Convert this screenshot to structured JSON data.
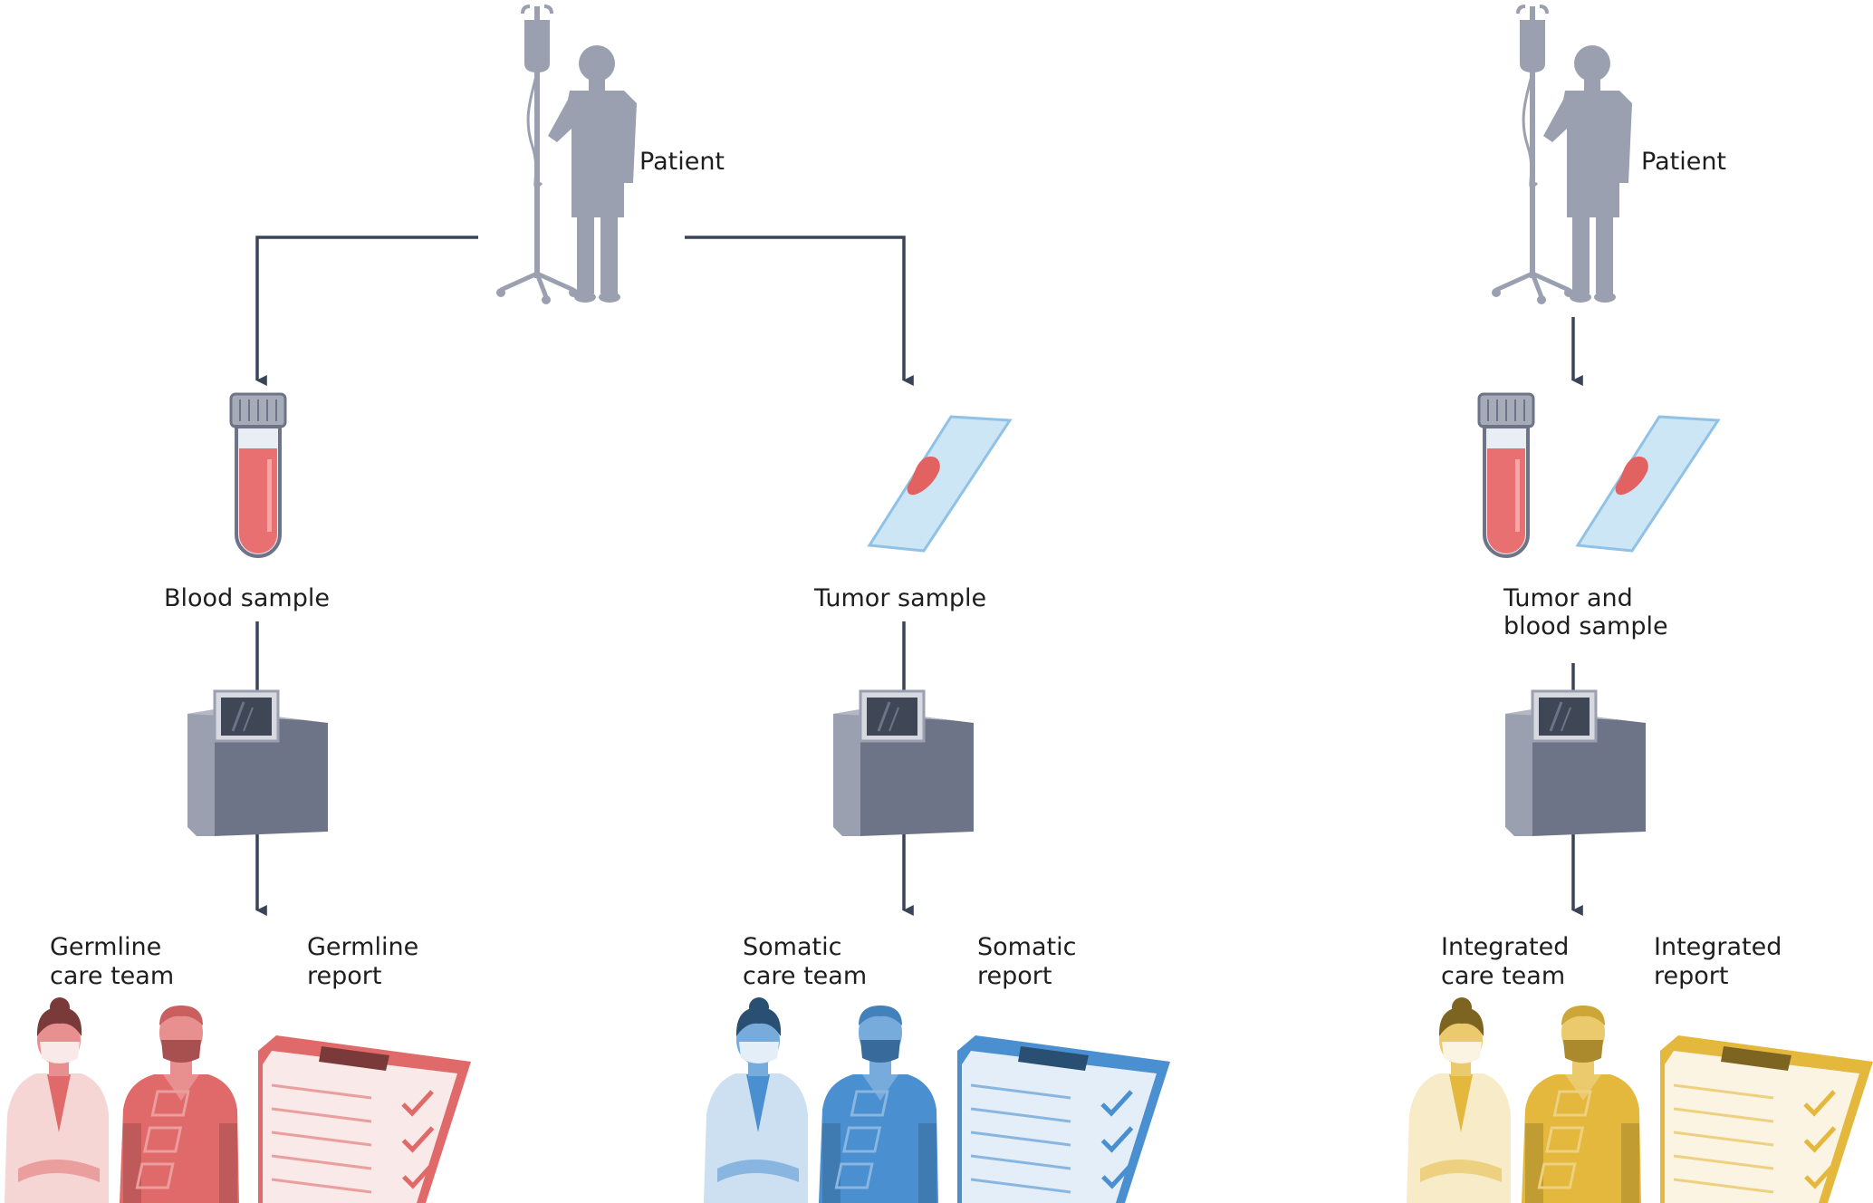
{
  "labels": {
    "patient_left": "Patient",
    "patient_right": "Patient",
    "blood_sample": "Blood sample",
    "tumor_sample": "Tumor sample",
    "tumor_blood_line1": "Tumor and",
    "tumor_blood_line2": "blood sample",
    "germline_team_line1": "Germline",
    "germline_team_line2": "care team",
    "germline_report_line1": "Germline",
    "germline_report_line2": "report",
    "somatic_team_line1": "Somatic",
    "somatic_team_line2": "care team",
    "somatic_report_line1": "Somatic",
    "somatic_report_line2": "report",
    "integrated_team_line1": "Integrated",
    "integrated_team_line2": "care team",
    "integrated_report_line1": "Integrated",
    "integrated_report_line2": "report"
  },
  "colors": {
    "germline": "#e06a6a",
    "somatic": "#4a8fd0",
    "integrated": "#e3b83c",
    "patient": "#9ba0b0",
    "connector": "#3a4458",
    "sequencer": "#6e7487"
  },
  "icons": [
    "patient-iv-icon",
    "blood-tube-icon",
    "tissue-slide-icon",
    "sequencer-icon",
    "doctor-icon",
    "nurse-icon",
    "clipboard-report-icon",
    "arrow-down-icon"
  ]
}
